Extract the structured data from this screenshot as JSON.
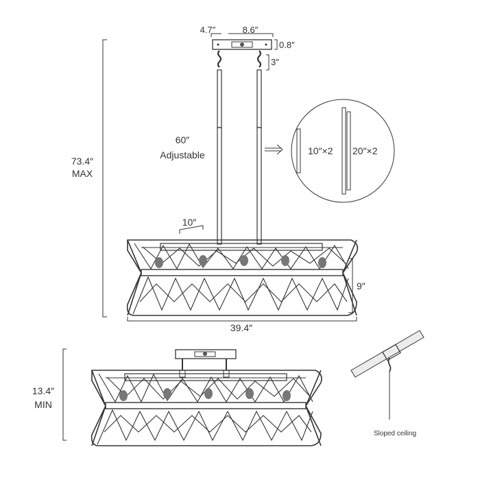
{
  "dimensions": {
    "canopy_depth": "4.7″",
    "canopy_width": "8.6″",
    "canopy_height": "0.8″",
    "hook_height": "3″",
    "rod_length": "60″",
    "rod_note": "Adjustable",
    "total_height_max": "73.4″",
    "max_label": "MAX",
    "fixture_depth": "10″",
    "fixture_height": "9″",
    "fixture_width": "39.4″",
    "total_height_min": "13.4″",
    "min_label": "MIN"
  },
  "rods": {
    "short": "10″×2",
    "long": "20″×2"
  },
  "sloped_ceiling_label": "Sloped ceiling"
}
